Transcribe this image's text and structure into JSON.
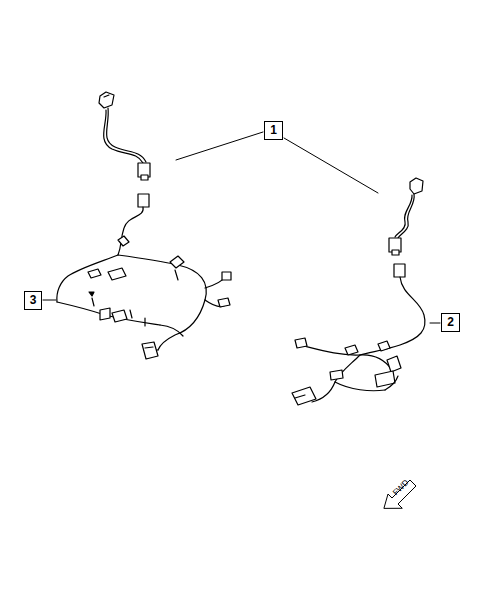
{
  "diagram": {
    "labels": [
      "1",
      "3",
      "2",
      "FWD"
    ]
  }
}
